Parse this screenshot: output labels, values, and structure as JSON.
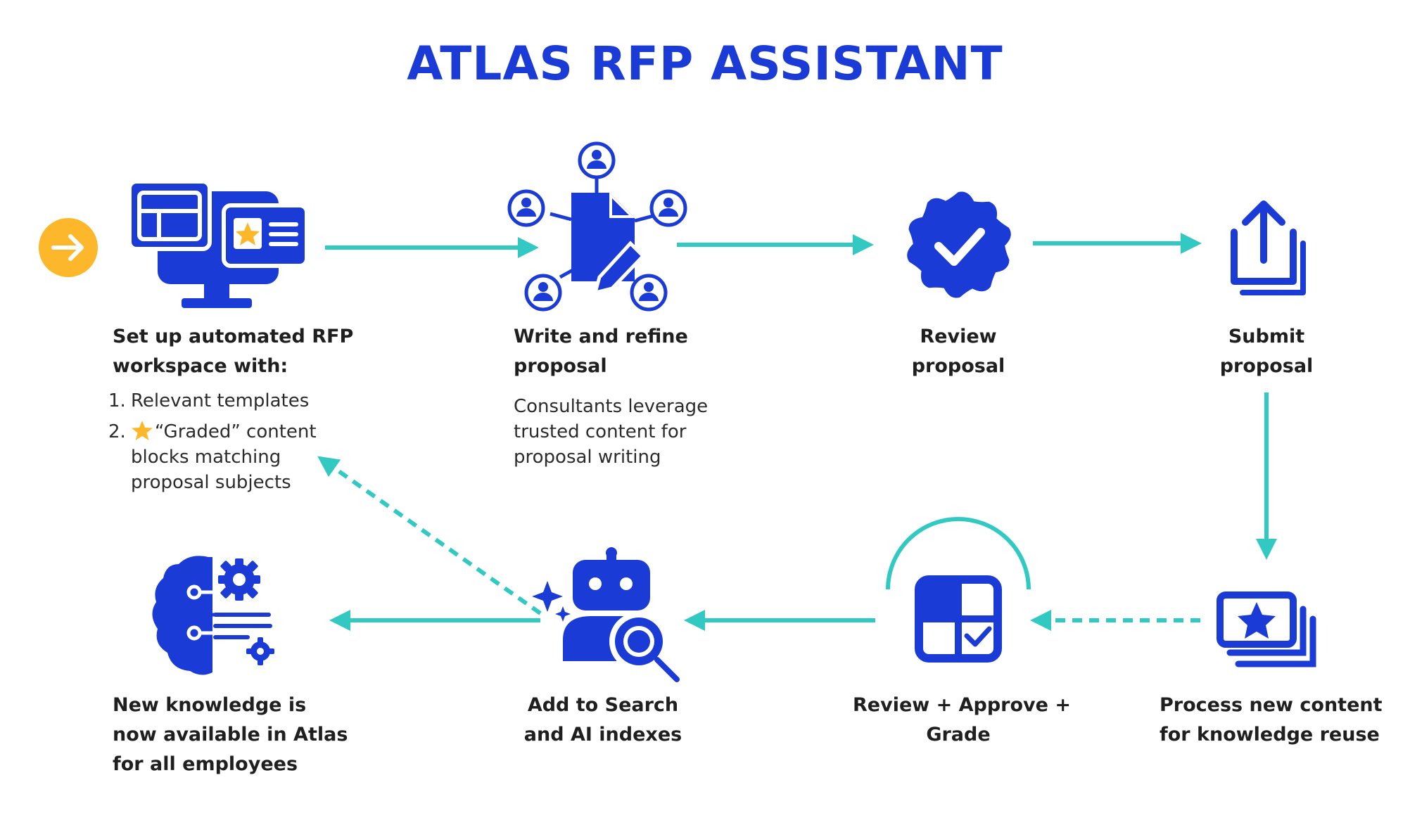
{
  "title": "ATLAS RFP ASSISTANT",
  "colors": {
    "brand_blue": "#1a3bd6",
    "teal": "#33c9c3",
    "orange": "#fdb72a",
    "text": "#1f1f1f"
  },
  "steps": [
    {
      "icon": "workspace-monitor-icon",
      "lines": [
        "Set up automated RFP",
        "workspace with:"
      ],
      "list": [
        {
          "num": "1.",
          "lines": [
            "Relevant templates"
          ]
        },
        {
          "num": "2.",
          "icon": "star-icon",
          "lines": [
            "“Graded” content",
            "blocks matching",
            "proposal subjects"
          ]
        }
      ]
    },
    {
      "icon": "document-collaborators-icon",
      "lines": [
        "Write and refine",
        "proposal"
      ],
      "description": [
        "Consultants leverage",
        "trusted content for",
        "proposal writing"
      ]
    },
    {
      "icon": "verified-badge-icon",
      "lines": [
        "Review",
        "proposal"
      ]
    },
    {
      "icon": "upload-stack-icon",
      "lines": [
        "Submit",
        "proposal"
      ]
    },
    {
      "icon": "starred-content-stack-icon",
      "lines": [
        "Process new content",
        "for knowledge reuse"
      ]
    },
    {
      "icon": "grade-grid-check-icon",
      "lines": [
        "Review + Approve +",
        "Grade"
      ]
    },
    {
      "icon": "ai-robot-search-icon",
      "lines": [
        "Add to Search",
        "and AI indexes"
      ]
    },
    {
      "icon": "brain-gears-icon",
      "lines": [
        "New knowledge is",
        "now available in Atlas",
        "for all employees"
      ]
    }
  ],
  "start_icon": "start-arrow-icon"
}
